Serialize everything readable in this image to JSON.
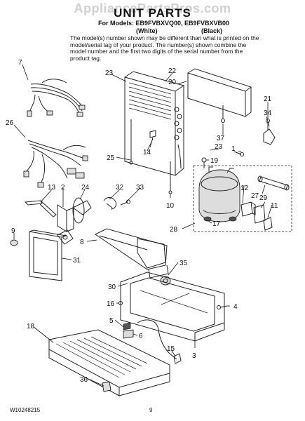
{
  "watermark": "AppliancePartsPros.com",
  "title": "UNIT PARTS",
  "models_line": "For Models: EB9FVBXVQ00, EB9FVBXVB00",
  "variant_white": "(White)",
  "variant_black": "(Black)",
  "note": "The model(s) number shown may be different than what is printed on the model/serial tag of your product. The number(s) shown combine the model number and the first two digits of the serial number from the product tag.",
  "callouts": {
    "c1": "1",
    "c2": "2",
    "c3": "3",
    "c4": "4",
    "c5": "5",
    "c6": "6",
    "c7": "7",
    "c8": "8",
    "c9": "9",
    "c10": "10",
    "c11": "11",
    "c12": "12",
    "c13": "13",
    "c14": "14",
    "c15": "15",
    "c16": "16",
    "c17": "17",
    "c18": "18",
    "c19": "19",
    "c20": "20",
    "c21": "21",
    "c22": "22",
    "c23a": "23",
    "c23b": "23",
    "c24": "24",
    "c25": "25",
    "c26": "26",
    "c27": "27",
    "c28": "28",
    "c29": "29",
    "c30": "30",
    "c31": "31",
    "c32": "32",
    "c33": "33",
    "c34": "34",
    "c35": "35",
    "c36": "36",
    "c37": "37"
  },
  "footer": {
    "doc_number": "W10248215",
    "page": "9"
  }
}
